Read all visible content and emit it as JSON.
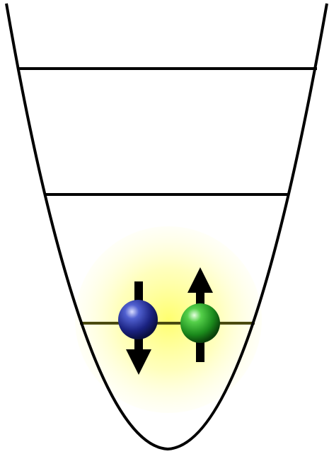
{
  "diagram": {
    "kind": "harmonic-potential-well",
    "energy_levels": [
      {
        "name": "level-ground",
        "occupied": true
      },
      {
        "name": "level-first-excited",
        "occupied": false
      },
      {
        "name": "level-second-excited",
        "occupied": false
      }
    ],
    "particles": [
      {
        "name": "particle-blue",
        "color": "#1f2a8a",
        "spin": "down"
      },
      {
        "name": "particle-green",
        "color": "#1a8a1f",
        "spin": "up"
      }
    ],
    "colors": {
      "potential_curve": "#000000",
      "level_line": "#000000",
      "ground_level_line": "#4a4a10",
      "glow": "#ffff66",
      "arrow": "#000000"
    }
  }
}
